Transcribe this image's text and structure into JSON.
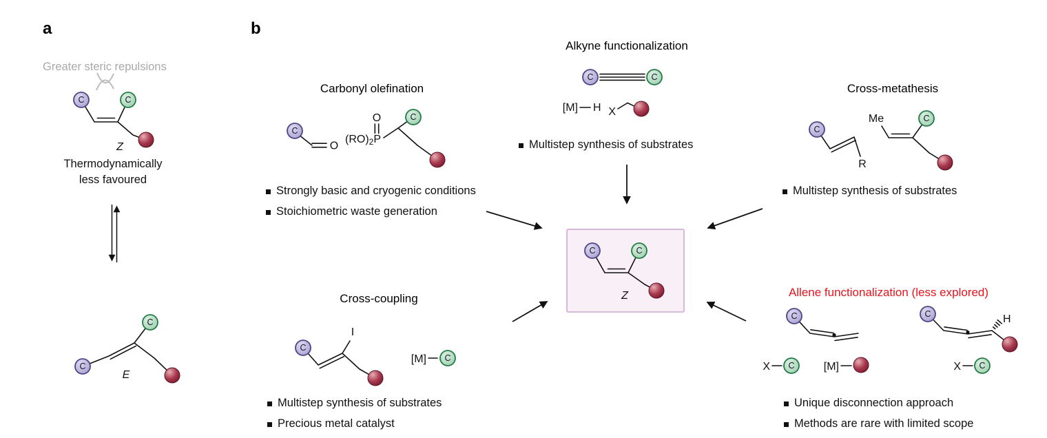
{
  "figure": {
    "panel_a_label": "a",
    "panel_b_label": "b"
  },
  "panel_a": {
    "steric_text": "Greater steric repulsions",
    "thermo_line1": "Thermodynamically",
    "thermo_line2": "less favoured",
    "z_isomer_label": "Z",
    "e_isomer_label": "E"
  },
  "panel_b": {
    "carbonyl": {
      "title": "Carbonyl olefination",
      "bullets": [
        "Strongly basic and cryogenic conditions",
        "Stoichiometric waste generation"
      ],
      "aldehyde_o": "O",
      "phosphonate_o": "O",
      "phosphonate_ro": "(RO)",
      "phosphonate_sub": "2",
      "phosphonate_p": "P"
    },
    "alkyne": {
      "title": "Alkyne functionalization",
      "bullets": [
        "Multistep synthesis of substrates"
      ],
      "metal": "[M]",
      "hydride": "H",
      "x_group": "X"
    },
    "metathesis": {
      "title": "Cross-metathesis",
      "bullets": [
        "Multistep synthesis of substrates"
      ],
      "r_group": "R",
      "methyl": "Me"
    },
    "coupling": {
      "title": "Cross-coupling",
      "bullets": [
        "Multistep synthesis of substrates",
        "Precious metal catalyst"
      ],
      "iodide": "I",
      "metal": "[M]"
    },
    "allene": {
      "title": "Allene functionalization (less explored)",
      "bullets": [
        "Unique disconnection approach",
        "Methods are rare with limited scope"
      ],
      "x_group_1": "X",
      "metal": "[M]",
      "x_group_2": "X",
      "hydrogen": "H"
    },
    "target": {
      "z_label": "Z"
    }
  },
  "atom": {
    "carbon": "C"
  },
  "colors": {
    "purple_atom": "#b6aed6",
    "purple_ring": "#4f4486",
    "green_atom": "#b9dcc3",
    "green_ring": "#237a48",
    "sphere": "#8f2438",
    "highlight_box_fill": "#f9f0f7",
    "highlight_box_border": "#c9a6ce",
    "red_title": "#e8131c",
    "gray_text": "#a9a9a9"
  }
}
